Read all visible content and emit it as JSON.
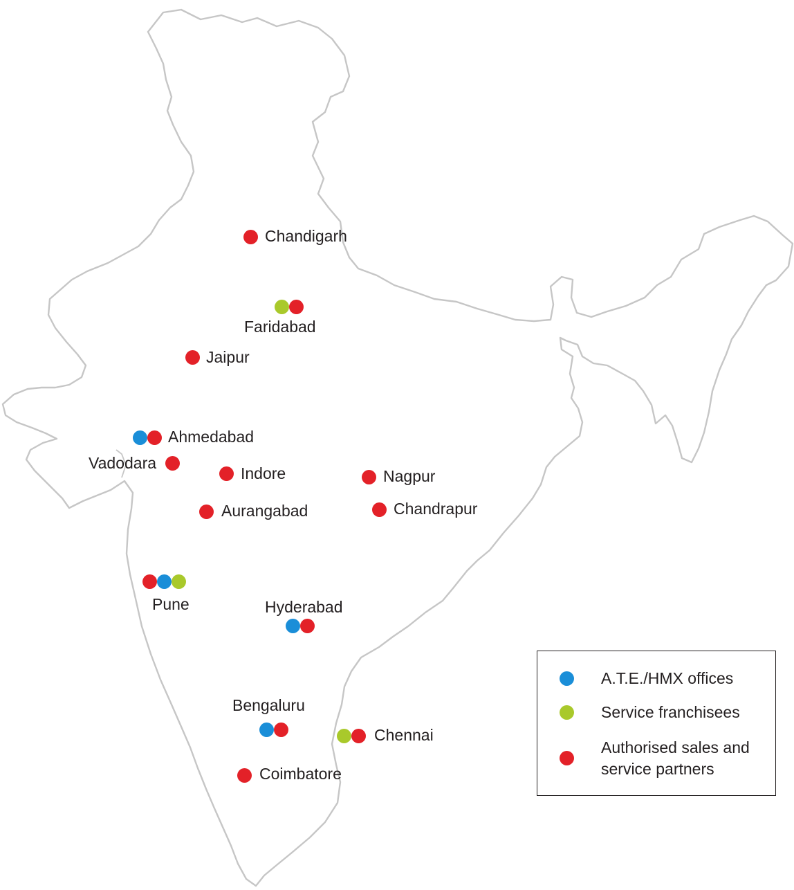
{
  "colors": {
    "outline": "#c6c6c6",
    "office": "#1a8ed8",
    "franchisee": "#a9c92b",
    "partner": "#e32128",
    "text": "#231f20"
  },
  "legend": {
    "items": [
      {
        "icon": "blue-dot-icon",
        "color": "#1a8ed8",
        "label": "A.T.E./HMX offices"
      },
      {
        "icon": "green-dot-icon",
        "color": "#a9c92b",
        "label": "Service franchisees"
      },
      {
        "icon": "red-dot-icon",
        "color": "#e32128",
        "label": "Authorised sales and\nservice partners"
      }
    ]
  },
  "cities": [
    {
      "name": "Chandigarh",
      "markers": [
        "partner"
      ]
    },
    {
      "name": "Faridabad",
      "markers": [
        "franchisee",
        "partner"
      ]
    },
    {
      "name": "Jaipur",
      "markers": [
        "partner"
      ]
    },
    {
      "name": "Ahmedabad",
      "markers": [
        "office",
        "partner"
      ]
    },
    {
      "name": "Vadodara",
      "markers": [
        "partner"
      ]
    },
    {
      "name": "Indore",
      "markers": [
        "partner"
      ]
    },
    {
      "name": "Nagpur",
      "markers": [
        "partner"
      ]
    },
    {
      "name": "Aurangabad",
      "markers": [
        "partner"
      ]
    },
    {
      "name": "Chandrapur",
      "markers": [
        "partner"
      ]
    },
    {
      "name": "Pune",
      "markers": [
        "partner",
        "office",
        "franchisee"
      ]
    },
    {
      "name": "Hyderabad",
      "markers": [
        "office",
        "partner"
      ]
    },
    {
      "name": "Bengaluru",
      "markers": [
        "office",
        "partner"
      ]
    },
    {
      "name": "Chennai",
      "markers": [
        "franchisee",
        "partner"
      ]
    },
    {
      "name": "Coimbatore",
      "markers": [
        "partner"
      ]
    }
  ]
}
